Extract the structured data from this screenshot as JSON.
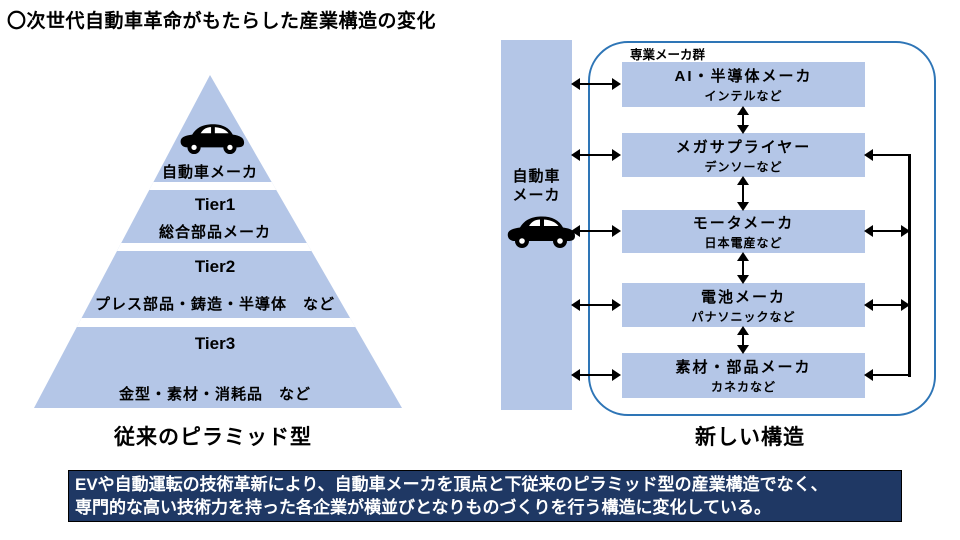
{
  "title": "〇次世代自動車革命がもたらした産業構造の変化",
  "pyramid": {
    "caption": "従来のピラミッド型",
    "levels": [
      {
        "title": "自動車メーカ",
        "subtitle": ""
      },
      {
        "title": "Tier1",
        "subtitle": "総合部品メーカ"
      },
      {
        "title": "Tier2",
        "subtitle": "プレス部品・鋳造・半導体　など"
      },
      {
        "title": "Tier3",
        "subtitle": "金型・素材・消耗品　など"
      }
    ],
    "icon": "car-icon"
  },
  "new_structure": {
    "caption": "新しい構造",
    "group_label": "専業メーカ群",
    "maker_bar": {
      "line1": "自動車",
      "line2": "メーカ",
      "icon": "car-icon"
    },
    "boxes": [
      {
        "title": "AI・半導体メーカ",
        "subtitle": "インテルなど"
      },
      {
        "title": "メガサプライヤー",
        "subtitle": "デンソーなど"
      },
      {
        "title": "モータメーカ",
        "subtitle": "日本電産など"
      },
      {
        "title": "電池メーカ",
        "subtitle": "パナソニックなど"
      },
      {
        "title": "素材・部品メーカ",
        "subtitle": "カネカなど"
      }
    ]
  },
  "footer": {
    "line1": "EVや自動運転の技術革新により、自動車メーカを頂点と下従来のピラミッド型の産業構造でなく、",
    "line2": "専門的な高い技術力を持った各企業が横並びとなりものづくりを行う構造に変化している。"
  },
  "colors": {
    "shape_fill": "#b4c6e7",
    "group_border": "#2e75b6",
    "banner_background": "#1f3864",
    "banner_text": "#ffffff",
    "line_color": "#000000"
  }
}
